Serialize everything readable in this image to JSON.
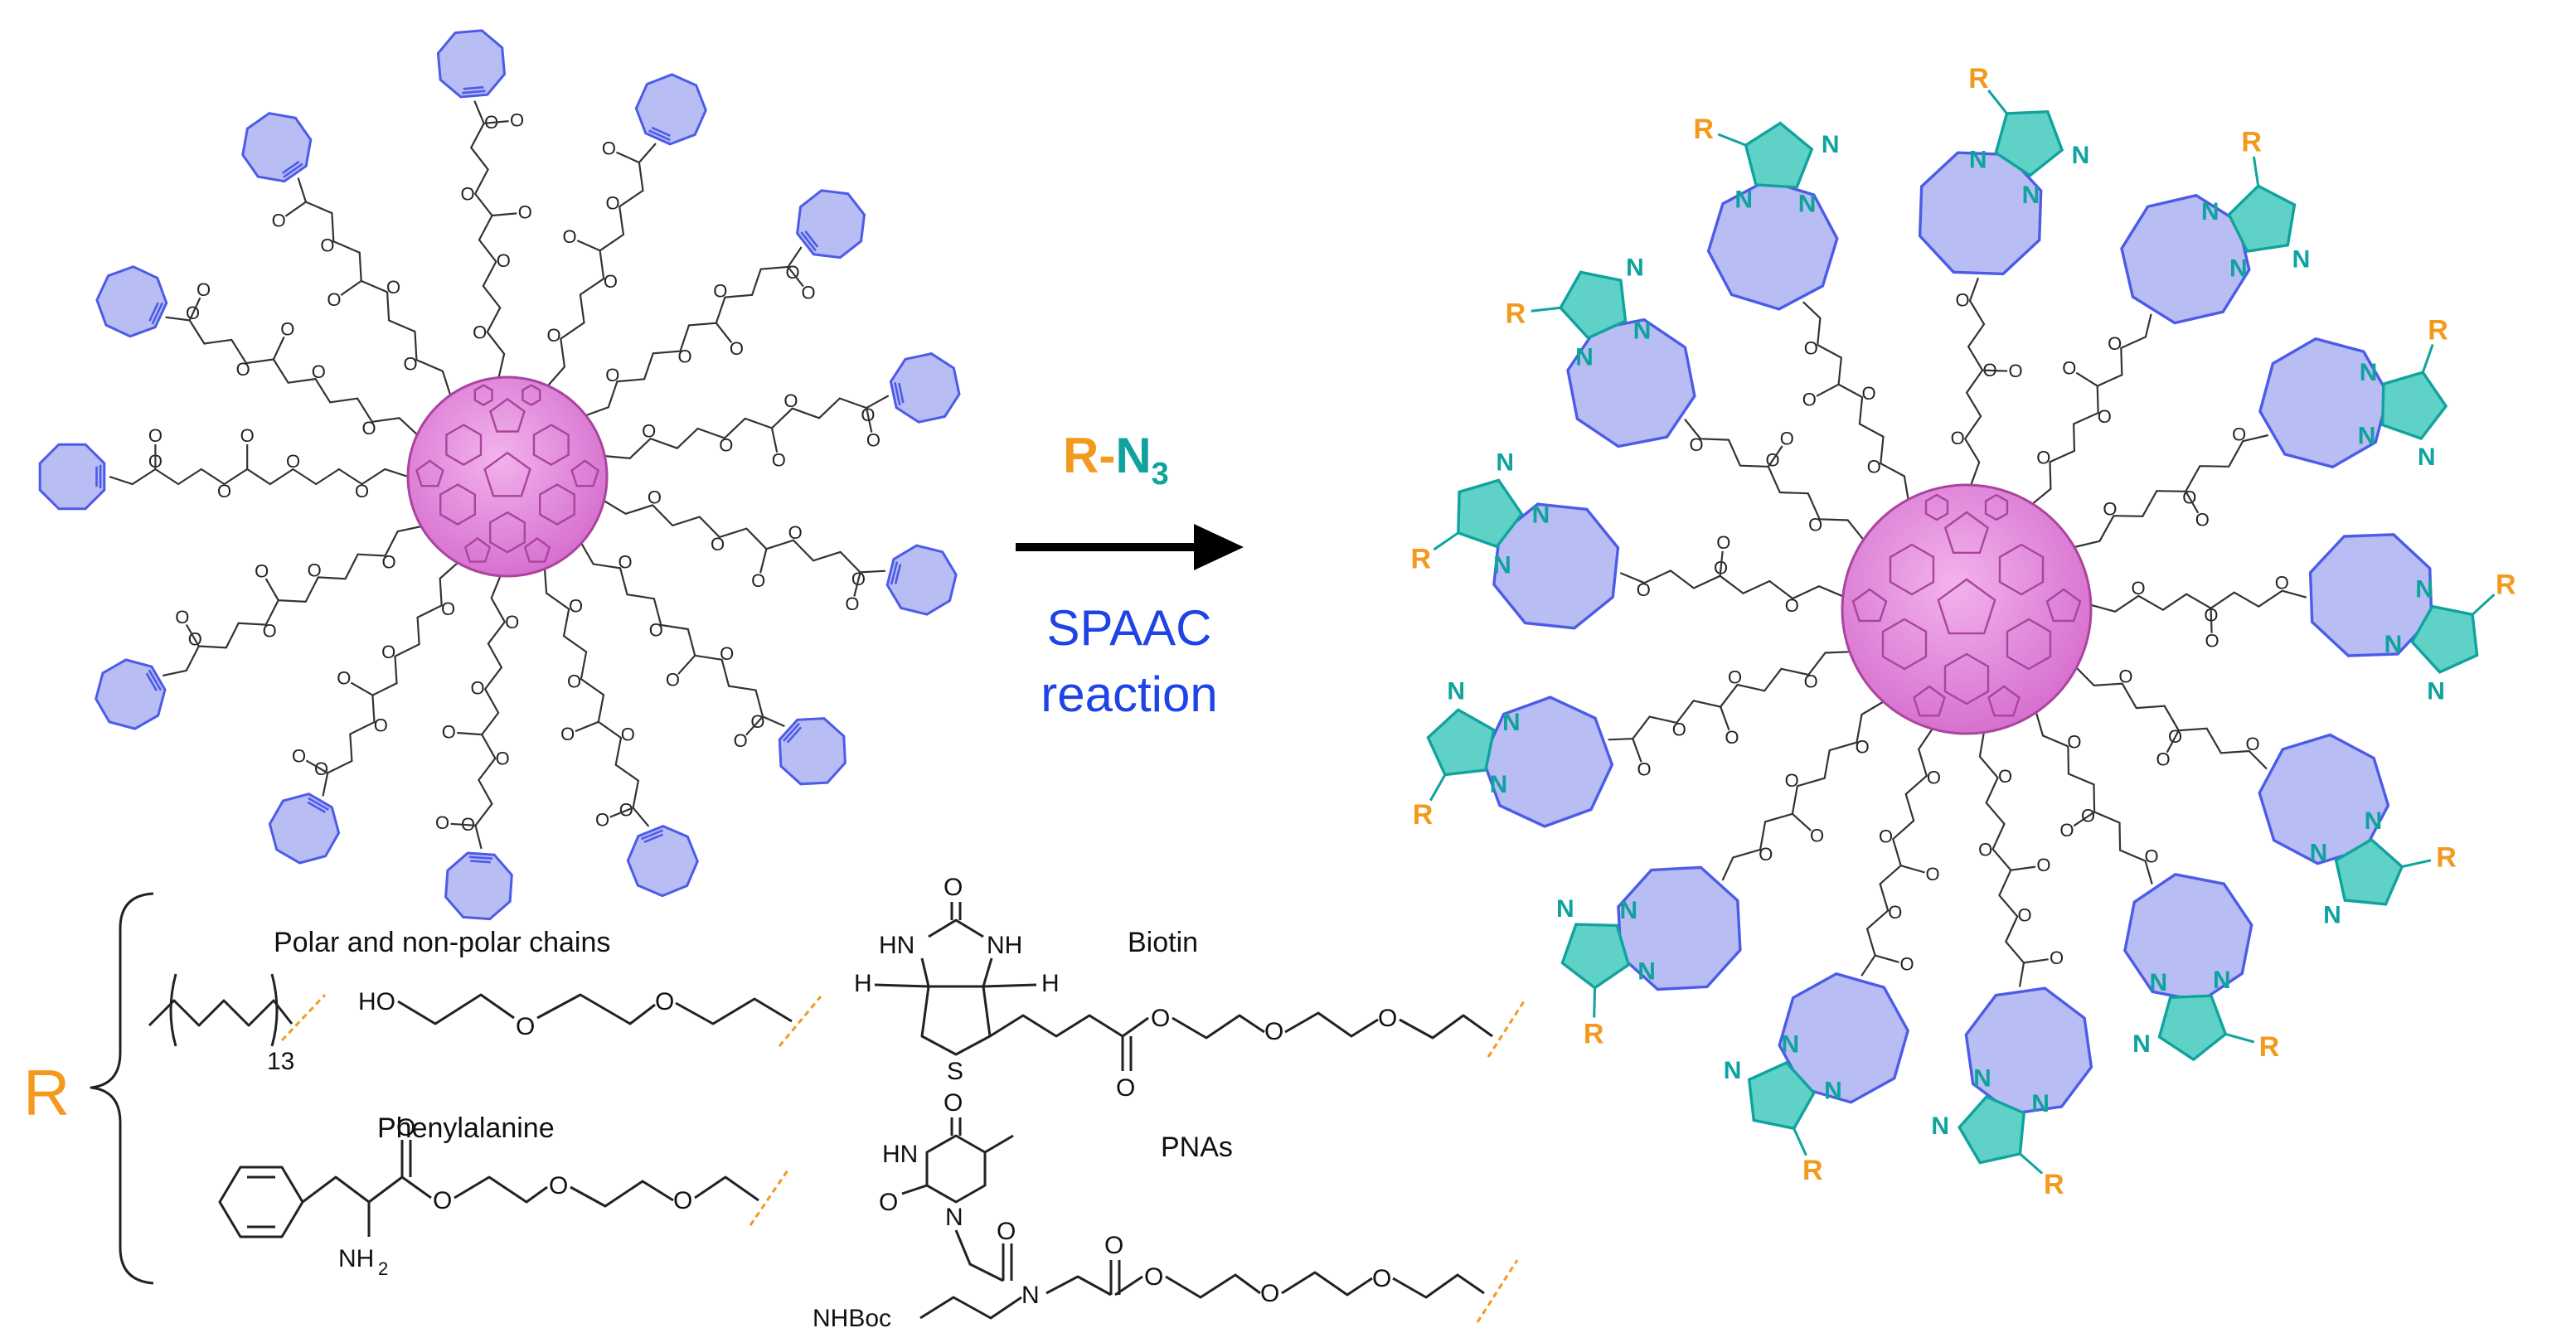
{
  "reagent": {
    "r": "R",
    "dash": "-",
    "n": "N",
    "sub": "3"
  },
  "reaction": {
    "line1": "SPAAC",
    "line2": "reaction"
  },
  "atoms": {
    "o": "O",
    "n": "N",
    "r": "R",
    "nh": "NH",
    "hn": "HN",
    "h": "H",
    "s": "S",
    "ho": "HO",
    "nh2": "NH",
    "nh2sub": "2",
    "nhboc": "NHBoc"
  },
  "legend": {
    "r_symbol": "R",
    "chains_label": "Polar and non-polar chains",
    "subscript_13": "13",
    "phe_label": "Phenylalanine",
    "biotin_label": "Biotin",
    "pna_label": "PNAs"
  },
  "colors": {
    "alkyne_ring": "#b8bdf3",
    "alkyne_edge": "#4c5be8",
    "triazole": "#5fd1c6",
    "triazole_edge": "#0fa39e",
    "fullerene": "#e08ad8",
    "fullerene_edge": "#a9449f",
    "r_group": "#f39a1e",
    "spaac": "#1e44e6",
    "arrow": "#000000"
  }
}
